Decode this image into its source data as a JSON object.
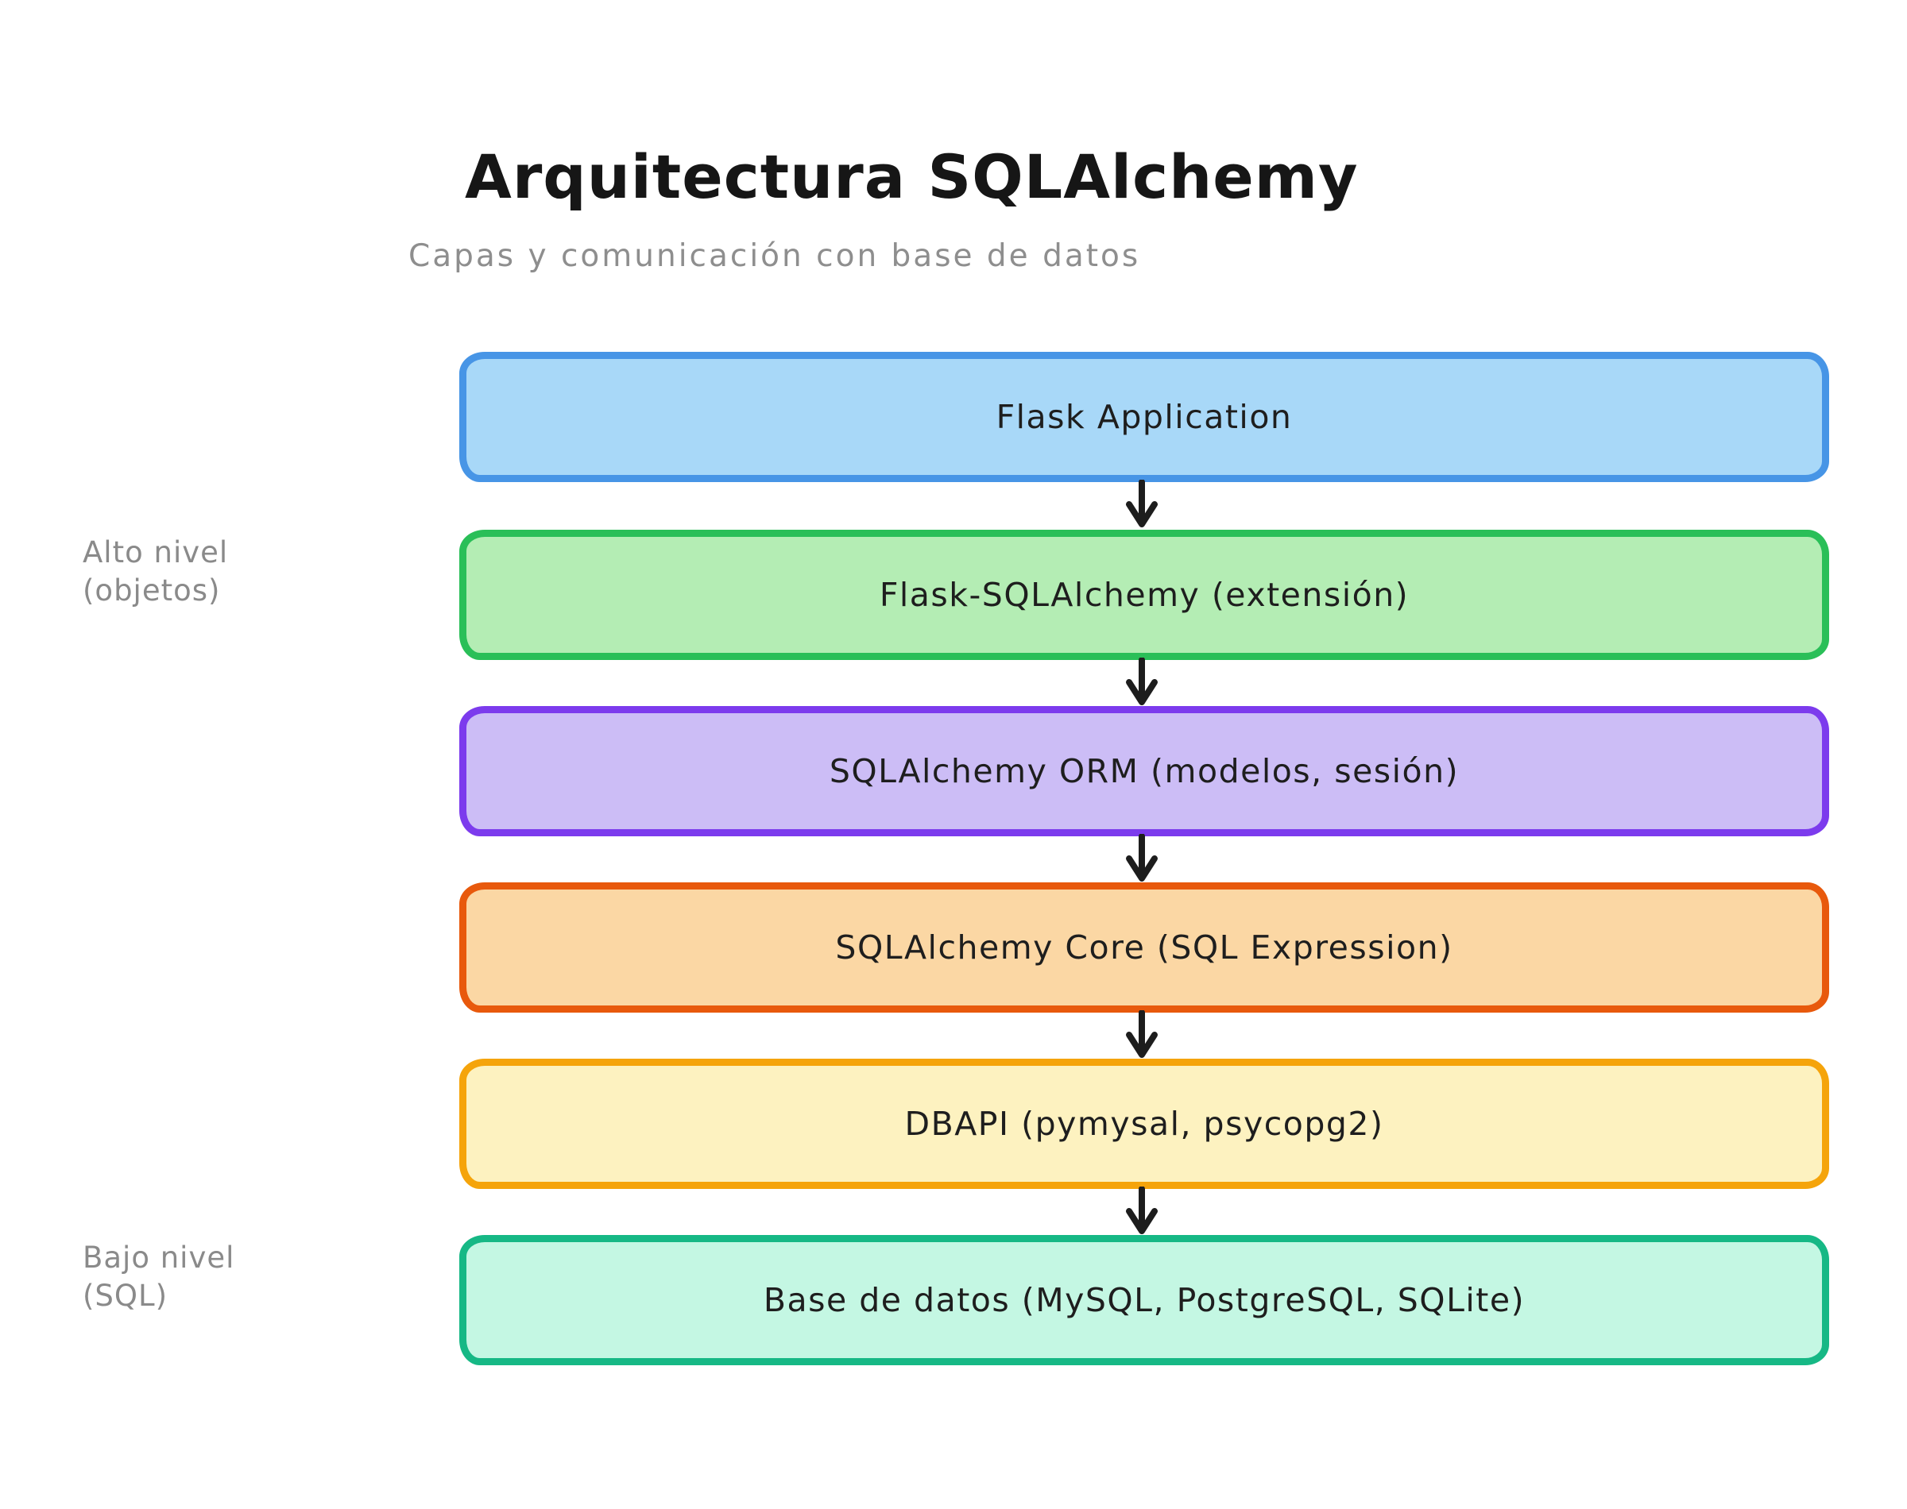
{
  "title": "Arquitectura SQLAlchemy",
  "subtitle": "Capas y comunicación con base de datos",
  "side_labels": {
    "high": {
      "line1": "Alto nivel",
      "line2": "(objetos)"
    },
    "low": {
      "line1": "Bajo nivel",
      "line2": "(SQL)"
    }
  },
  "layers": [
    {
      "label": "Flask Application",
      "fill": "#a8d8f8",
      "border": "#4795e6"
    },
    {
      "label": "Flask-SQLAlchemy (extensión)",
      "fill": "#b4edb4",
      "border": "#2abf58"
    },
    {
      "label": "SQLAlchemy ORM (modelos, sesión)",
      "fill": "#ccbdf6",
      "border": "#7c3bed"
    },
    {
      "label": "SQLAlchemy Core (SQL Expression)",
      "fill": "#fbd7a4",
      "border": "#e8590c"
    },
    {
      "label": "DBAPI (pymysal, psycopg2)",
      "fill": "#fdf2c0",
      "border": "#f5a40b"
    },
    {
      "label": "Base de datos (MySQL, PostgreSQL, SQLite)",
      "fill": "#c4f7e3",
      "border": "#16b885"
    }
  ],
  "colors": {
    "background": "#ffffff",
    "title_text": "#161616",
    "subtitle_text": "#8e8e8e",
    "side_label_text": "#8a8a8a",
    "layer_text": "#1e1e1e",
    "arrow": "#1d1d1d"
  }
}
